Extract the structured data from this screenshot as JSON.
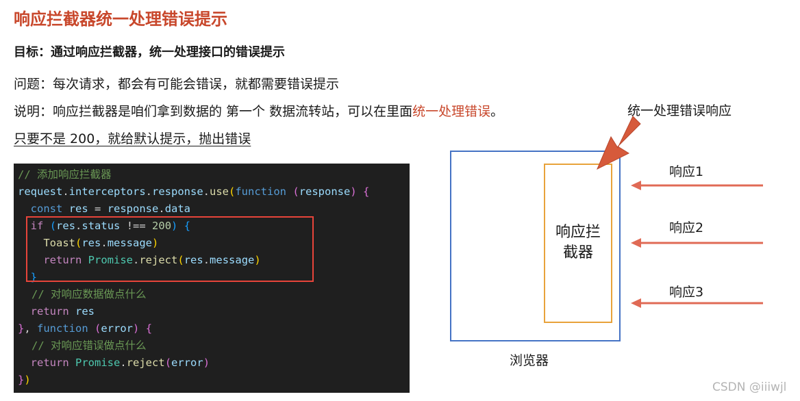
{
  "title": "响应拦截器统一处理错误提示",
  "goal": "目标：通过响应拦截器，统一处理接口的错误提示",
  "problem": "问题：每次请求，都会有可能会错误，就都需要错误提示",
  "explain": {
    "before": "说明：响应拦截器是咱们拿到数据的 第一个 数据流转站，可以在里面",
    "highlight": "统一处理错误",
    "after": "。"
  },
  "rule": "只要不是 200，就给默认提示，抛出错误",
  "code": {
    "comment_add": "// 添加响应拦截器",
    "comment_do_data": "// 对响应数据做点什么",
    "comment_do_error": "// 对响应错误做点什么",
    "status_code": "200"
  },
  "diagram": {
    "unified_label": "统一处理错误响应",
    "interceptor_label_line1": "响应拦",
    "interceptor_label_line2": "截器",
    "browser_label": "浏览器",
    "responses": [
      "响应1",
      "响应2",
      "响应3"
    ],
    "colors": {
      "browser": "#4472c4",
      "interceptor": "#e8a23a",
      "arrow": "#d65a3b",
      "response_arrow": "#e06a55"
    }
  },
  "watermark": "CSDN @iiiwjl"
}
